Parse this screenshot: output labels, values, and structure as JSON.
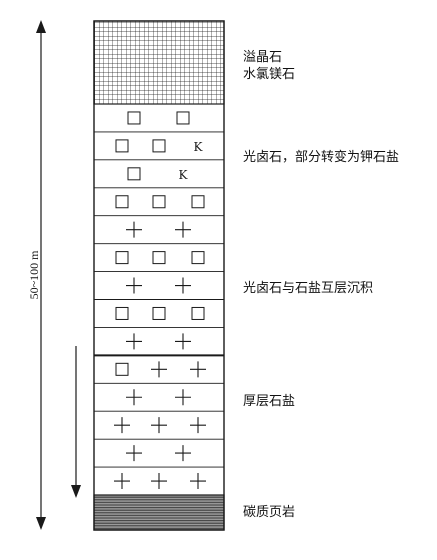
{
  "depth_label": "50~100 m",
  "labels": {
    "top_1": "溢晶石",
    "top_2": "水氯镁石",
    "zone_carnallite": "光卤石，部分转变为钾石盐",
    "zone_interbedded": "光卤石与石盐互层沉积",
    "zone_halite": "厚层石盐",
    "zone_shale": "碳质页岩"
  },
  "symbols": {
    "k_marker": "K"
  },
  "rows": [
    [
      "square",
      "square"
    ],
    [
      "square",
      "square",
      "K"
    ],
    [
      "square",
      "K"
    ],
    [
      "square",
      "square",
      "square"
    ],
    [
      "plus",
      "plus"
    ],
    [
      "square",
      "square",
      "square"
    ],
    [
      "plus",
      "plus"
    ],
    [
      "square",
      "square",
      "square"
    ],
    [
      "plus",
      "plus"
    ],
    [
      "square",
      "plus",
      "plus"
    ],
    [
      "plus",
      "plus"
    ],
    [
      "plus",
      "plus",
      "plus"
    ],
    [
      "plus",
      "plus"
    ],
    [
      "plus",
      "plus",
      "plus"
    ]
  ],
  "colors": {
    "ink": "#1a1a1a",
    "shale": "#7a7a7a"
  }
}
